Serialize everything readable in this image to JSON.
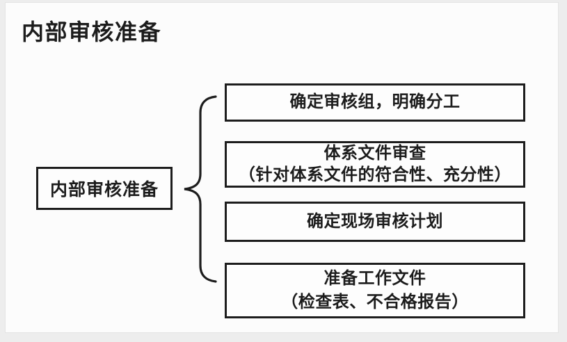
{
  "page": {
    "title": "内部审核准备"
  },
  "diagram": {
    "type": "brace-tree",
    "root": {
      "label": "内部审核准备"
    },
    "connector": "left-curly-brace",
    "branches": [
      {
        "lines": [
          "确定审核组，明确分工",
          ""
        ]
      },
      {
        "lines": [
          "体系文件审查",
          "（针对体系文件的符合性、充分性）"
        ]
      },
      {
        "lines": [
          "确定现场审核计划",
          ""
        ]
      },
      {
        "lines": [
          "准备工作文件",
          "（检查表、不合格报告）"
        ]
      }
    ]
  },
  "colors": {
    "ink": "#1c1c1c",
    "canvas": "#fcfcfc",
    "margin": "#ededed"
  }
}
